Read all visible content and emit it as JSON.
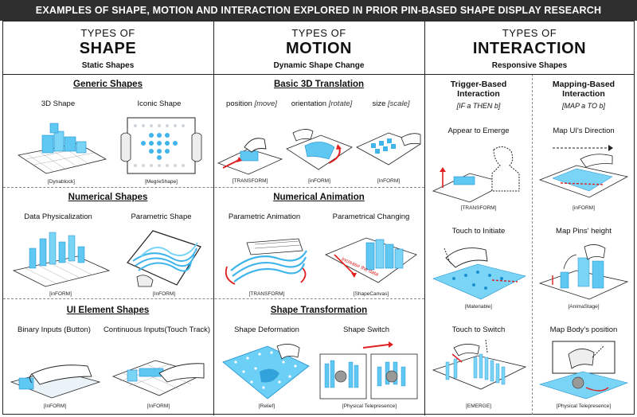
{
  "banner": {
    "title": "EXAMPLES OF SHAPE, MOTION AND INTERACTION EXPLORED IN PRIOR PIN-BASED SHAPE DISPLAY RESEARCH"
  },
  "columns": [
    {
      "line1": "TYPES OF",
      "line2": "SHAPE",
      "line3": "Static Shapes"
    },
    {
      "line1": "TYPES OF",
      "line2": "MOTION",
      "line3": "Dynamic Shape Change"
    },
    {
      "line1": "TYPES OF",
      "line2": "INTERACTION",
      "line3": "Responsive Shapes"
    }
  ],
  "shape": {
    "generic": {
      "title": "Generic Shapes",
      "items": [
        {
          "label": "3D Shape",
          "cite": "[Dynablock]"
        },
        {
          "label": "Iconic Shape",
          "cite": "[MegreShape]"
        }
      ]
    },
    "numerical": {
      "title": "Numerical Shapes",
      "items": [
        {
          "label": "Data Physicalization",
          "cite": "[inFORM]"
        },
        {
          "label": "Parametric Shape",
          "cite": "[InFORM]"
        }
      ]
    },
    "ui": {
      "title": "UI Element Shapes",
      "items": [
        {
          "label": "Binary Inputs (Button)",
          "cite": "[InFORM]"
        },
        {
          "label": "Continuous Inputs(Touch Track)",
          "cite": "[InFORM]"
        }
      ]
    }
  },
  "motion": {
    "translation": {
      "title": "Basic 3D Translation",
      "items": [
        {
          "label": "position",
          "param": "[move]",
          "cite": "[TRANSFORM]"
        },
        {
          "label": "orientation",
          "param": "[rotate]",
          "cite": "[inFORM]"
        },
        {
          "label": "size",
          "param": "[scale]",
          "cite": "[InFORM]"
        }
      ]
    },
    "numerical": {
      "title": "Numerical Animation",
      "items": [
        {
          "label": "Parametric Animation",
          "cite": "[TRANSFORM]"
        },
        {
          "label": "Parametrical Changing",
          "cite": "[ShapeCanvas]",
          "annotation": "increase the data"
        }
      ]
    },
    "transformation": {
      "title": "Shape Transformation",
      "items": [
        {
          "label": "Shape Deformation",
          "cite": "[Relief]"
        },
        {
          "label": "Shape Switch",
          "cite": "[Physical Telepresence]"
        }
      ]
    }
  },
  "interaction": {
    "trigger": {
      "title_line1": "Trigger-Based",
      "title_line2": "Interaction",
      "rule": "[IF a THEN b]",
      "items": [
        {
          "label": "Appear to Emerge",
          "cite": "[TRANSFORM]"
        },
        {
          "label": "Touch to Initiate",
          "cite": "[Materiable]"
        },
        {
          "label": "Touch to Switch",
          "cite": "[EMERGE]"
        }
      ]
    },
    "mapping": {
      "title_line1": "Mapping-Based",
      "title_line2": "Interaction",
      "rule": "[MAP a TO b]",
      "items": [
        {
          "label": "Map UI's Direction",
          "cite": "[inFORM]"
        },
        {
          "label": "Map Pins' height",
          "cite": "[AnimaStage]"
        },
        {
          "label": "Map Body's position",
          "cite": "[Physical Telepresence]"
        }
      ]
    }
  },
  "colors": {
    "banner": "#2f2f2f",
    "pin": "#5ec8f2",
    "pin_dark": "#1a8fd0",
    "arrow": "#e02020",
    "ink": "#222222"
  }
}
